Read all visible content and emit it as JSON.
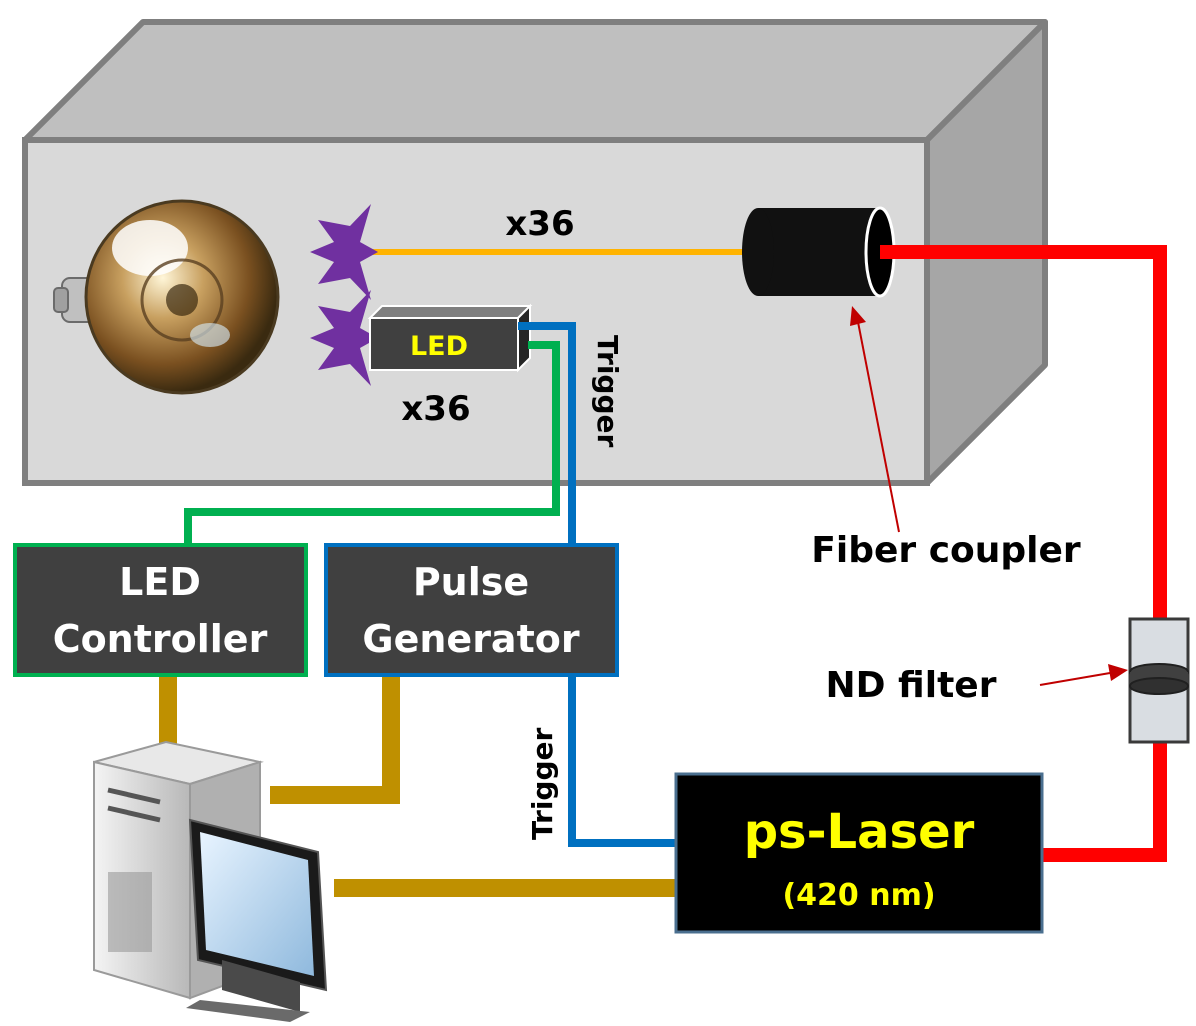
{
  "labels": {
    "fiber_count": "x36",
    "led_count": "x36",
    "led": "LED",
    "trigger_top": "Trigger",
    "trigger_bottom": "Trigger",
    "fiber_coupler": "Fiber coupler",
    "nd_filter": "ND filter",
    "led_controller_line1": "LED",
    "led_controller_line2": "Controller",
    "pulse_generator_line1": "Pulse",
    "pulse_generator_line2": "Generator",
    "laser_title": "ps-Laser",
    "laser_wavelength": "(420 nm)"
  },
  "icons": {
    "pmt": "pmt-bulb-icon",
    "flash": "light-flash-icon",
    "computer": "desktop-computer-icon"
  },
  "colors": {
    "fiber": "#ffb300",
    "laser_fiber": "#ff0000",
    "led_cable": "#00b050",
    "trigger_cable": "#0070c0",
    "data_cable": "#bf9000",
    "flash": "#7030a0",
    "led_text": "#ffff00",
    "laser_text": "#ffff00",
    "box_front": "#d9d9d9",
    "box_top": "#bfbfbf",
    "box_side": "#a6a6a6",
    "box_border": "#7f7f7f",
    "module_fill": "#404040",
    "laser_fill": "#000000",
    "pointer": "#c00000"
  }
}
